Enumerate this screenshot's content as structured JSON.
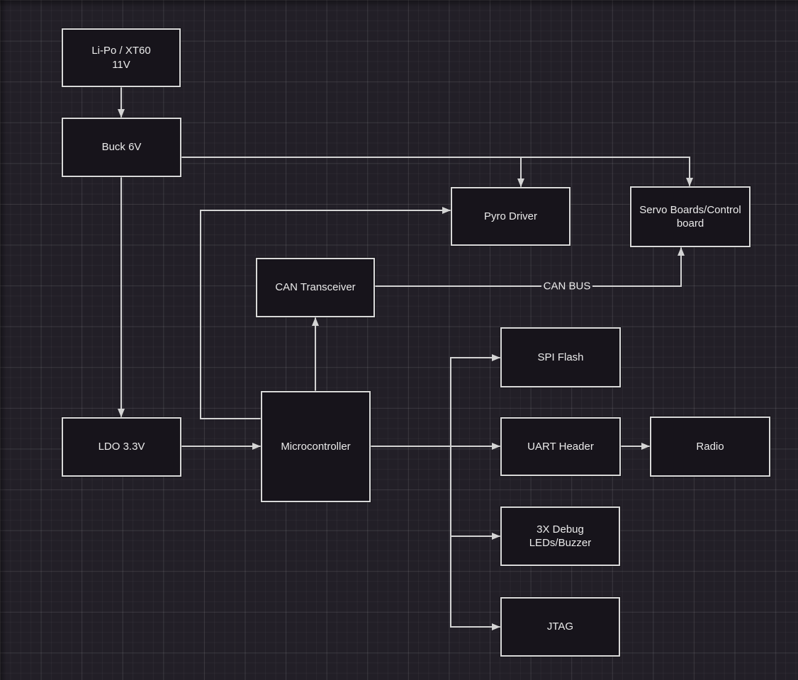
{
  "colors": {
    "canvas_bg": "#221f27",
    "grid_minor": "#ffffff09",
    "grid_major": "#ffffff14",
    "node_fill": "#17141b",
    "node_border": "#d9d9d9",
    "connector": "#d4d4d4",
    "label_text": "#ebebeb"
  },
  "nodes": {
    "lipo": {
      "label": "Li-Po / XT60\n11V"
    },
    "buck": {
      "label": "Buck 6V"
    },
    "pyro": {
      "label": "Pyro Driver"
    },
    "servo": {
      "label": "Servo Boards/Control\nboard"
    },
    "can_transceiver": {
      "label": "CAN Transceiver"
    },
    "ldo": {
      "label": "LDO 3.3V"
    },
    "mcu": {
      "label": "Microcontroller"
    },
    "spi_flash": {
      "label": "SPI Flash"
    },
    "uart": {
      "label": "UART Header"
    },
    "radio": {
      "label": "Radio"
    },
    "debug_leds": {
      "label": "3X Debug\nLEDs/Buzzer"
    },
    "jtag": {
      "label": "JTAG"
    }
  },
  "edge_labels": {
    "can_bus": "CAN BUS"
  }
}
